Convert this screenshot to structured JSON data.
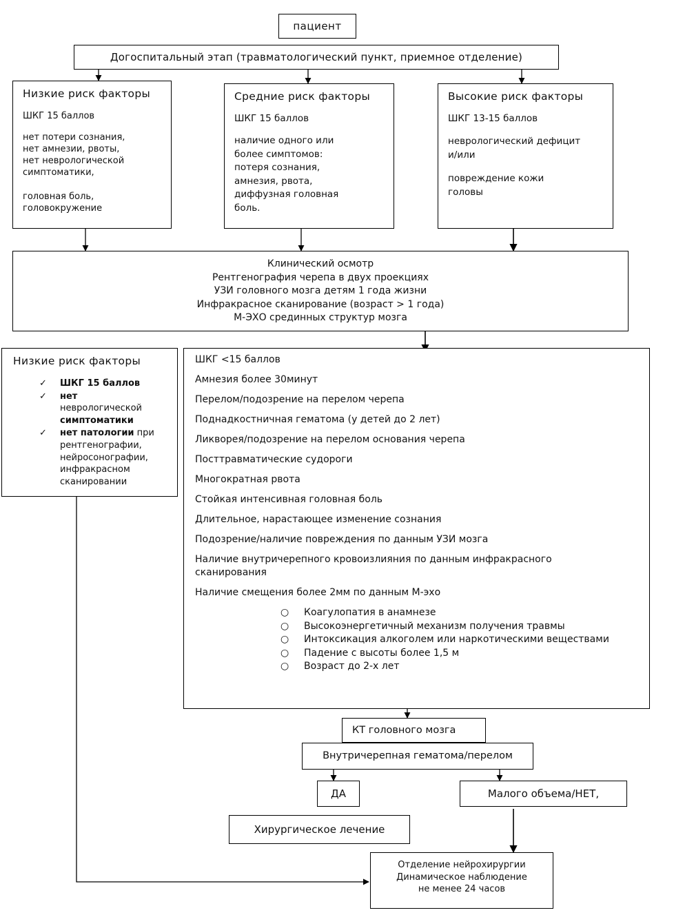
{
  "nodes": {
    "patient": "пациент",
    "prehospital": "Догоспитальный этап (травматологический пункт, приемное отделение)",
    "low_risk": {
      "title": "Низкие риск факторы",
      "lines": [
        "ШКГ 15 баллов",
        "нет потери сознания,\nнет амнезии, рвоты,\nнет неврологической\nсимптоматики,",
        "головная боль,\nголовокружение"
      ]
    },
    "medium_risk": {
      "title": "Средние риск факторы",
      "lines": [
        "ШКГ 15 баллов",
        "наличие одного или\nболее симптомов:\nпотеря сознания,\nамнезия, рвота,\nдиффузная головная\nболь."
      ]
    },
    "high_risk": {
      "title": "Высокие риск факторы",
      "lines": [
        "ШКГ 13-15 баллов",
        "неврологический дефицит\nи/или",
        "повреждение кожи\nголовы"
      ]
    },
    "exam": {
      "lines": [
        "Клинический осмотр",
        "Рентгенография черепа в двух проекциях",
        "УЗИ головного мозга детям 1 года жизни",
        "Инфракрасное сканирование (возраст > 1 года)",
        "М-ЭХО срединных структур мозга"
      ]
    },
    "low_risk_2": {
      "title": "Низкие риск факторы",
      "checks": [
        {
          "bold": "ШКГ 15 баллов",
          "normal": ""
        },
        {
          "bold": "нет",
          "normal": " неврологической ",
          "bold2": "симптоматики"
        },
        {
          "bold": "нет патологии",
          "normal": " при рентгенографии, нейросонографии, инфракрасном сканировании"
        }
      ]
    },
    "criteria": {
      "items": [
        "ШКГ <15 баллов",
        "Амнезия более 30минут",
        "Перелом/подозрение на перелом черепа",
        "Поднадкостничная гематома (у детей до 2 лет)",
        "Ликворея/подозрение на перелом основания черепа",
        "Посттравматические судороги",
        "Многократная рвота",
        "Стойкая интенсивная головная боль",
        "Длительное, нарастающее изменение сознания",
        "Подозрение/наличие повреждения по данным УЗИ мозга",
        "Наличие внутричерепного кровоизлияния по данным инфракрасного сканирования",
        "Наличие смещения более 2мм по данным М-эхо"
      ],
      "sub_items": [
        "Коагулопатия в анамнезе",
        "Высокоэнергетичный механизм получения травмы",
        "Интоксикация алкоголем или наркотическими веществами",
        "Падение с высоты более 1,5 м",
        "Возраст до 2-х лет"
      ]
    },
    "ct": "КТ головного мозга",
    "hematoma": "Внутричерепная гематома/перелом",
    "yes": "ДА",
    "small_no": "Малого объема/НЕТ,",
    "surgery": "Хирургическое лечение",
    "neuro": {
      "lines": [
        "Отделение нейрохирургии",
        "Динамическое наблюдение",
        "не менее 24 часов"
      ]
    }
  },
  "glyphs": {
    "check": "✓",
    "circle": "○"
  }
}
